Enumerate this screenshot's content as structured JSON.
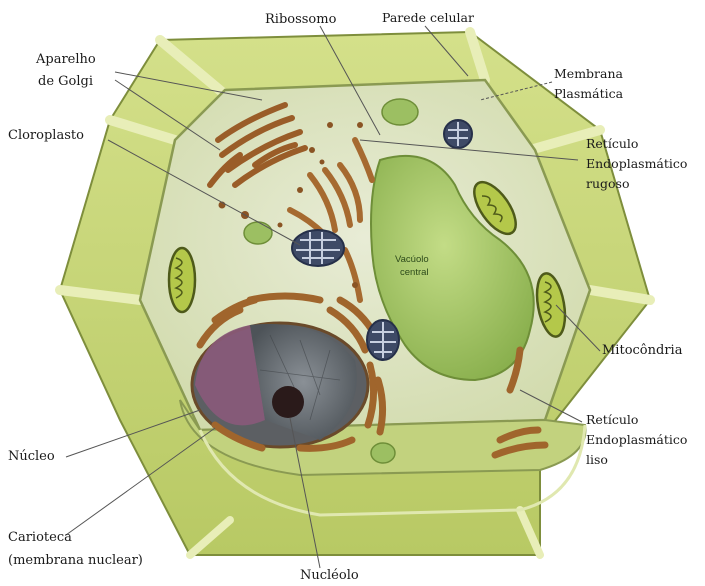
{
  "labels": {
    "ribossomo": "Ribossomo",
    "parede_celular": "Parede celular",
    "aparelho_golgi_1": "Aparelho",
    "aparelho_golgi_2": "de Golgi",
    "membrana_1": "Membrana",
    "membrana_2": "Plasmática",
    "cloroplasto": "Cloroplasto",
    "rer_1": "Retículo",
    "rer_2": "Endoplasmático",
    "rer_3": "rugoso",
    "vacuolo_1": "Vacúolo",
    "vacuolo_2": "central",
    "mitocondria": "Mitocôndria",
    "ser_1": "Retículo",
    "ser_2": "Endoplasmático",
    "ser_3": "liso",
    "nucleo": "Núcleo",
    "carioteca_1": "Carioteca",
    "carioteca_2": "(membrana nuclear)",
    "nucleolo": "Nucléolo"
  },
  "colors": {
    "cell_wall": "#c9d77a",
    "cell_wall_edge": "#8fa04a",
    "cytoplasm": "#dfe5c4",
    "vacuole": "#a9c86a",
    "organelle_brown": "#a0652c",
    "chloroplast": "#3e4a66",
    "mitochondria": "#b4c84a",
    "nucleus": "#6e7378",
    "nucleus_purple": "#8a5a7a",
    "leader_line": "#555555"
  }
}
